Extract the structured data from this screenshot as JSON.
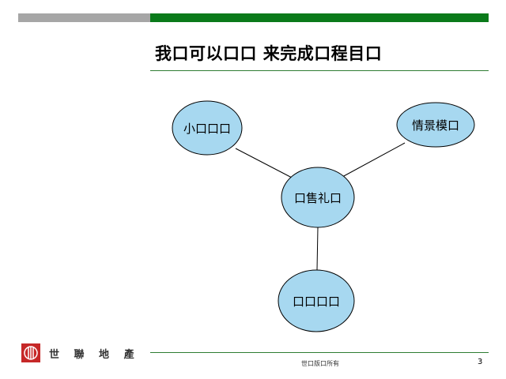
{
  "header": {
    "title": "我口可以口口 来完成口程目口",
    "accent_color": "#0a7a1a",
    "bar_color": "#a6a6a6"
  },
  "diagram": {
    "center": {
      "label": "口售礼口"
    },
    "nodes": [
      {
        "label": "小口口口"
      },
      {
        "label": "情景模口"
      },
      {
        "label": "口口口口"
      }
    ],
    "node_fill": "#a7d8f0"
  },
  "footer": {
    "logo_text": "世 聯 地 產",
    "logo_color": "#c62828",
    "copyright": "世口版口所有",
    "page_number": "3"
  }
}
